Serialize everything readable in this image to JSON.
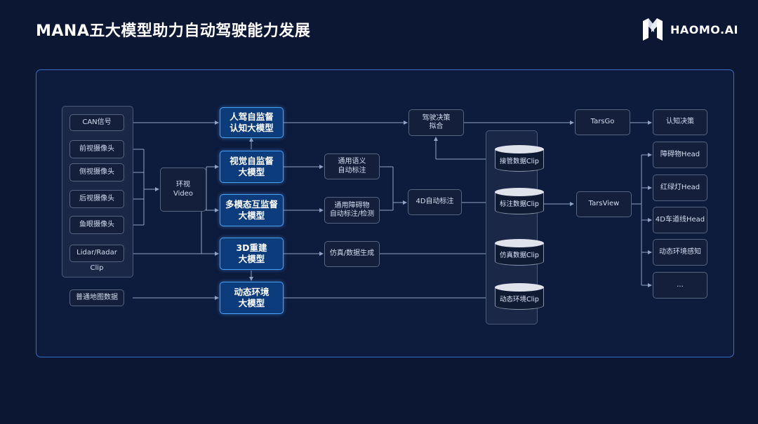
{
  "header": {
    "title": "MANA五大模型助力自动驾驶能力发展",
    "brand": "HAOMO.AI"
  },
  "inputs": {
    "can": "CAN信号",
    "front_cam": "前视摄像头",
    "side_cam": "侧视摄像头",
    "rear_cam": "后视摄像头",
    "fisheye_cam": "鱼眼摄像头",
    "lidar": "Lidar/Radar",
    "clip_label": "Clip",
    "map": "普通地图数据"
  },
  "surround_video": "环视\nVideo",
  "models": {
    "m1": "人驾自监督\n认知大模型",
    "m2": "视觉自监督\n大模型",
    "m3": "多模态互监督\n大模型",
    "m4": "3D重建\n大模型",
    "m5": "动态环境\n大模型"
  },
  "process": {
    "semantic": "通用语义\n自动标注",
    "obstacle": "通用障碍物\n自动标注/检测",
    "sim": "仿真/数据生成",
    "fit": "驾驶决策\n拟合",
    "auto4d": "4D自动标注"
  },
  "clips": {
    "takeover": "接管数据Clip",
    "label": "标注数据Clip",
    "sim": "仿真数据Clip",
    "dynamic": "动态环境Clip"
  },
  "outputs": {
    "tarsgo": "TarsGo",
    "tarsview": "TarsView",
    "decision": "认知决策",
    "obstacle_head": "障碍物Head",
    "traffic_head": "红绿灯Head",
    "lane_head": "4D车道线Head",
    "env_perception": "动态环境感知",
    "more": "..."
  },
  "colors": {
    "background": "#0b1733",
    "accent": "#4aa0ff",
    "model_fill": "#0d3c7c",
    "line": "#8fa3c4"
  }
}
